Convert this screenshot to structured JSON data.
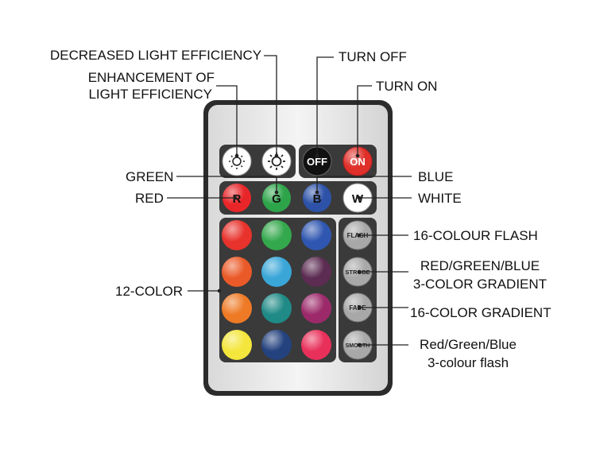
{
  "remote": {
    "buttons": {
      "brightness_down_icon": "sun-dim-icon",
      "brightness_up_icon": "sun-bright-icon",
      "off": "OFF",
      "on": "ON",
      "r": "R",
      "g": "G",
      "b": "B",
      "w": "W",
      "flash": "FLASH",
      "strobe": "STROBE",
      "fade": "FADE",
      "smooth": "SMOOTH"
    },
    "colors": {
      "red": "#e8262a",
      "green": "#2ea44a",
      "blue": "#2d52a8",
      "white": "#ffffff",
      "off_button": "#111111",
      "on_button": "#e0302a",
      "palette": [
        [
          "#e8322c",
          "#34a84c",
          "#2f56b0"
        ],
        [
          "#ea5a28",
          "#3aa6d8",
          "#5c2c52"
        ],
        [
          "#ee7a26",
          "#1f8a86",
          "#9c2a6a"
        ],
        [
          "#f4e63c",
          "#24427e",
          "#e8305a"
        ]
      ]
    }
  },
  "labels": {
    "decreased": "DECREASED LIGHT EFFICIENCY",
    "enhancement_1": "ENHANCEMENT OF",
    "enhancement_2": "LIGHT EFFICIENCY",
    "turn_off": "TURN OFF",
    "turn_on": "TURN ON",
    "green": "GREEN",
    "red": "RED",
    "blue": "BLUE",
    "white": "WHITE",
    "twelve_color": "12-COLOR",
    "flash": "16-COLOUR FLASH",
    "strobe_1": "RED/GREEN/BLUE",
    "strobe_2": "3-COLOR GRADIENT",
    "fade": "16-COLOR GRADIENT",
    "smooth_1": "Red/Green/Blue",
    "smooth_2": "3-colour flash"
  }
}
